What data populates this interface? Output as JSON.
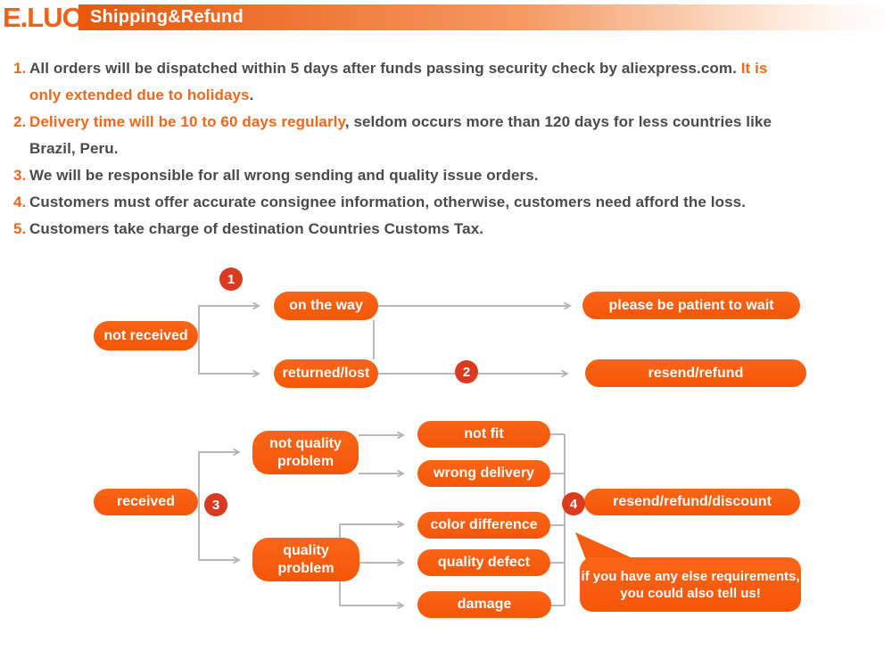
{
  "header": {
    "logo": "E.LUO",
    "title": "Shipping&Refund"
  },
  "policies": [
    {
      "number": "1.",
      "l1_dark": "All orders will be dispatched within 5 days after funds passing security check by aliexpress.com. ",
      "l1_orange": "It is",
      "l2_orange": "only extended due to holidays",
      "l2_dark": "."
    },
    {
      "number": "2.",
      "l1_orange": "Delivery time will be 10 to 60 days regularly",
      "l1_dark": ", seldom occurs more than 120 days for less countries like",
      "l2_dark": "Brazil, Peru."
    },
    {
      "number": "3.",
      "text": "We will be responsible for all wrong sending and quality issue orders."
    },
    {
      "number": "4.",
      "text": "Customers must offer accurate consignee information, otherwise, customers need afford the loss."
    },
    {
      "number": "5.",
      "text": "Customers take charge of destination Countries Customs Tax."
    }
  ],
  "flow1": {
    "badge1": "1",
    "badge2": "2",
    "nodes": {
      "not_received": "not received",
      "on_the_way": "on the way",
      "returned_lost": "returned/lost",
      "patient": "please be patient to wait",
      "resend_refund": "resend/refund"
    }
  },
  "flow2": {
    "badge3": "3",
    "badge4": "4",
    "nodes": {
      "received": "received",
      "not_quality_problem": "not quality problem",
      "quality_problem": "quality problem",
      "not_fit": "not fit",
      "wrong_delivery": "wrong delivery",
      "color_difference": "color difference",
      "quality_defect": "quality defect",
      "damage": "damage",
      "resend_refund_discount": "resend/refund/discount"
    },
    "bubble_line1": "if you have any else requirements,",
    "bubble_line2": "you could also tell us!"
  },
  "colors": {
    "accent_orange": "#f0671e",
    "pill_orange": "#f85c0e",
    "badge_red": "#dc3a1e",
    "connector_gray": "#b9b9b9",
    "text_dark": "#4a4a4c"
  }
}
